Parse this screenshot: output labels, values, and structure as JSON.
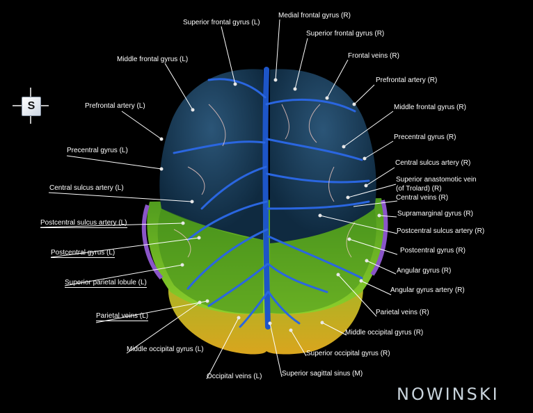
{
  "orientation": {
    "letter": "S"
  },
  "logo": {
    "text": "NOWINSKI"
  },
  "labels": [
    {
      "id": "sfg-l",
      "text": "Superior frontal gyrus (L)"
    },
    {
      "id": "mfg-med-r",
      "text": "Medial frontal gyrus (R)"
    },
    {
      "id": "sfg-r",
      "text": "Superior frontal gyrus (R)"
    },
    {
      "id": "mfg-l",
      "text": "Middle frontal gyrus (L)"
    },
    {
      "id": "fv-r",
      "text": "Frontal veins (R)"
    },
    {
      "id": "pfa-r",
      "text": "Prefrontal artery (R)"
    },
    {
      "id": "pfa-l",
      "text": "Prefrontal artery (L)"
    },
    {
      "id": "mfg-r",
      "text": "Middle frontal gyrus (R)"
    },
    {
      "id": "pcg-r",
      "text": "Precentral gyrus (R)"
    },
    {
      "id": "pcg-l",
      "text": "Precentral gyrus (L)"
    },
    {
      "id": "csa-r",
      "text": "Central sulcus artery (R)"
    },
    {
      "id": "sav-r1",
      "text": "Superior anastomotic vein"
    },
    {
      "id": "sav-r2",
      "text": "(of Trolard) (R)"
    },
    {
      "id": "cv-r",
      "text": "Central veins (R)"
    },
    {
      "id": "csa-l",
      "text": "Central sulcus artery (L)"
    },
    {
      "id": "smg-r",
      "text": "Supramarginal gyrus (R)"
    },
    {
      "id": "pcsa-l",
      "text": "Postcentral sulcus artery (L)"
    },
    {
      "id": "pcsa-r",
      "text": "Postcentral sulcus artery (R)"
    },
    {
      "id": "pocg-l",
      "text": "Postcentral gyrus (L)"
    },
    {
      "id": "pocg-r",
      "text": "Postcentral gyrus (R)"
    },
    {
      "id": "ag-r",
      "text": "Angular gyrus (R)"
    },
    {
      "id": "spl-l",
      "text": "Superior parietal lobule (L)"
    },
    {
      "id": "aga-r",
      "text": "Angular gyrus artery (R)"
    },
    {
      "id": "pv-l",
      "text": "Parietal veins (L)"
    },
    {
      "id": "pv-r",
      "text": "Parietal veins (R)"
    },
    {
      "id": "mog-r",
      "text": "Middle occipital gyrus (R)"
    },
    {
      "id": "mog-l",
      "text": "Middle occipital gyrus (L)"
    },
    {
      "id": "sog-r",
      "text": "Superior occipital gyrus (R)"
    },
    {
      "id": "ov-l",
      "text": "Occipital veins (L)"
    },
    {
      "id": "sss-m",
      "text": "Superior sagittal sinus (M)"
    }
  ]
}
